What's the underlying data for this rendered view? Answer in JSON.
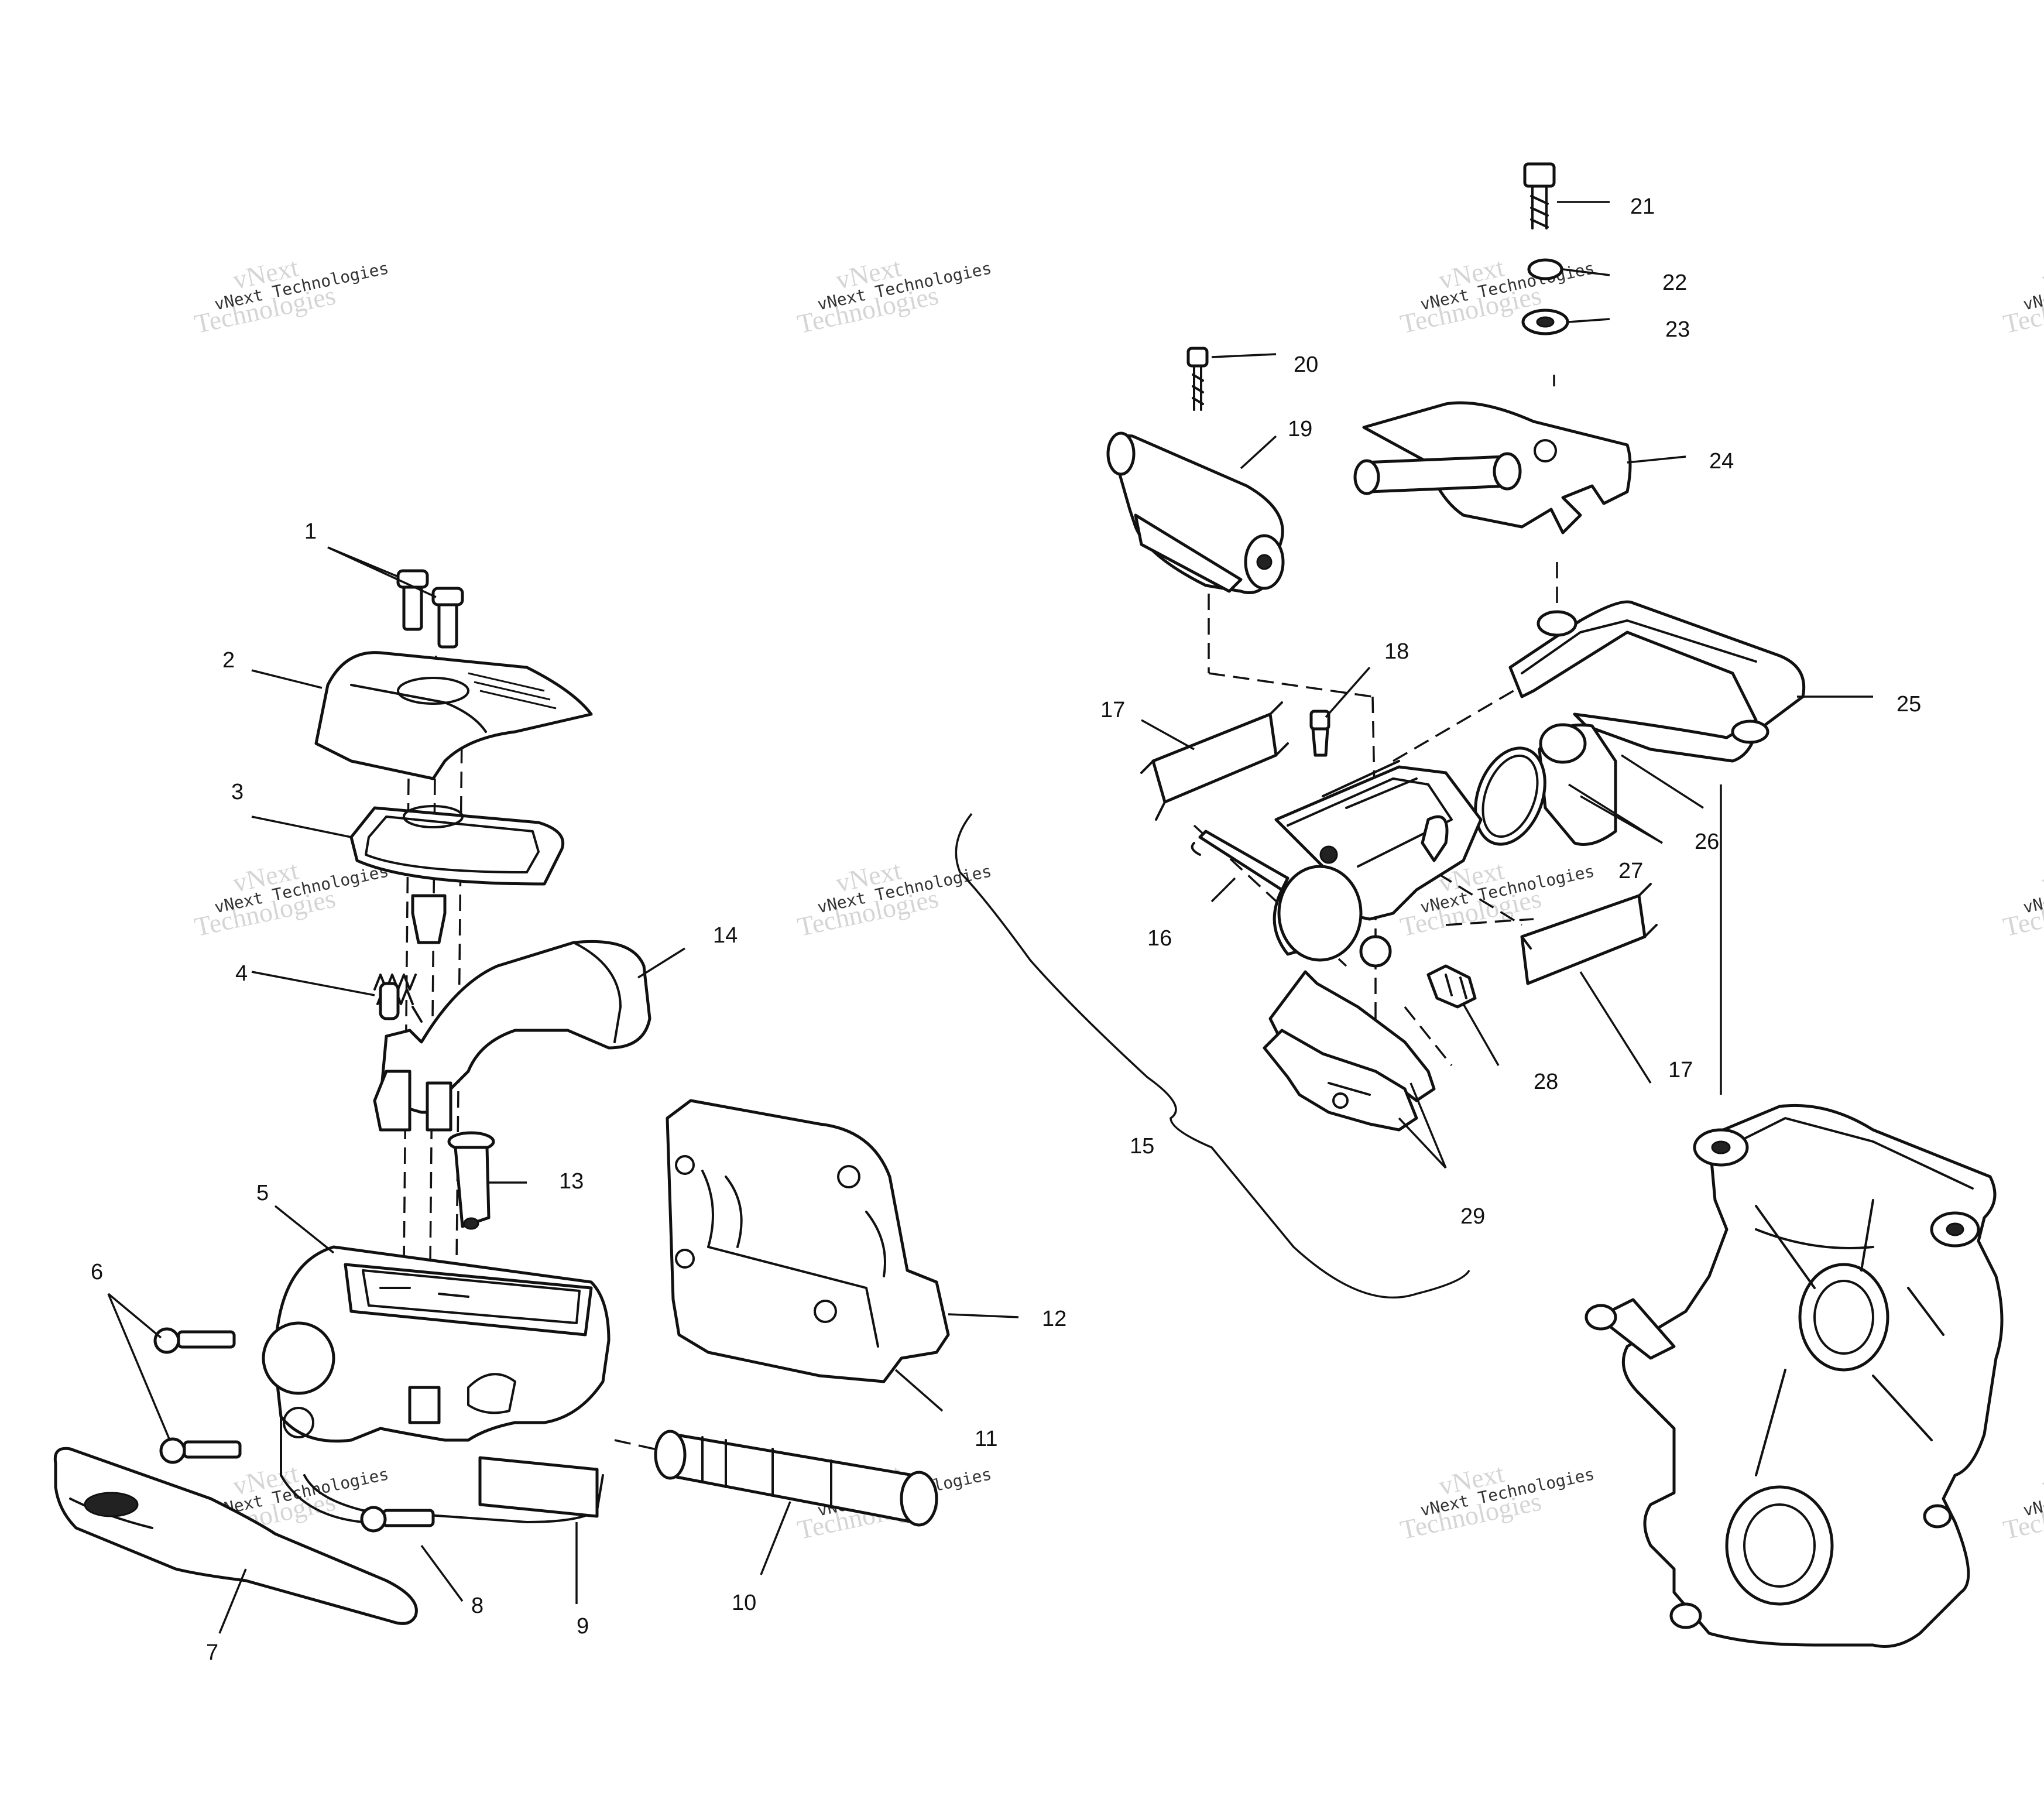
{
  "diagram": {
    "callouts": [
      "1",
      "2",
      "3",
      "4",
      "5",
      "6",
      "7",
      "8",
      "9",
      "10",
      "11",
      "12",
      "13",
      "14",
      "15",
      "16",
      "17",
      "17",
      "18",
      "19",
      "20",
      "21",
      "22",
      "23",
      "24",
      "25",
      "26",
      "27",
      "28",
      "29"
    ],
    "watermark": {
      "large_line1": "vNext",
      "large_line2": "Technologies",
      "small": "vNext Technologies"
    }
  }
}
